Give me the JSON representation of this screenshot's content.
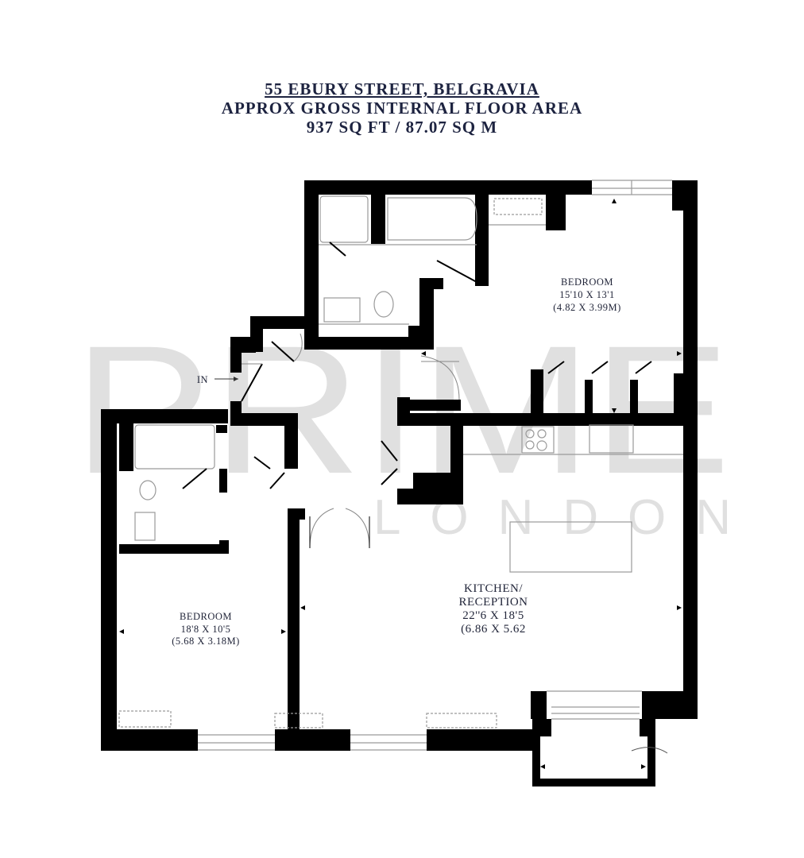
{
  "header": {
    "address": "55 Ebury Street, Belgravia",
    "area_label": "Approx Gross Internal Floor Area",
    "area_value": "937 sq ft / 87.07 sq m"
  },
  "watermark": {
    "primary": "PRIME",
    "secondary": "LONDON",
    "color": "#e0e0e0"
  },
  "entrance": {
    "label": "IN"
  },
  "rooms": [
    {
      "id": "bedroom-1",
      "name": "BEDROOM",
      "imperial": "15'10 X 13'1",
      "metric": "(4.82 X 3.99M)"
    },
    {
      "id": "bedroom-2",
      "name": "BEDROOM",
      "imperial": "18'8 X 10'5",
      "metric": "(5.68 X 3.18M)"
    },
    {
      "id": "kitchen-reception",
      "name_line1": "KITCHEN/",
      "name_line2": "RECEPTION",
      "imperial": "22''6 X 18'5",
      "metric": "(6.86 X 5.62"
    }
  ],
  "colors": {
    "wall": "#000000",
    "text": "#1d2340",
    "fixture_line": "#9a9a9a"
  }
}
